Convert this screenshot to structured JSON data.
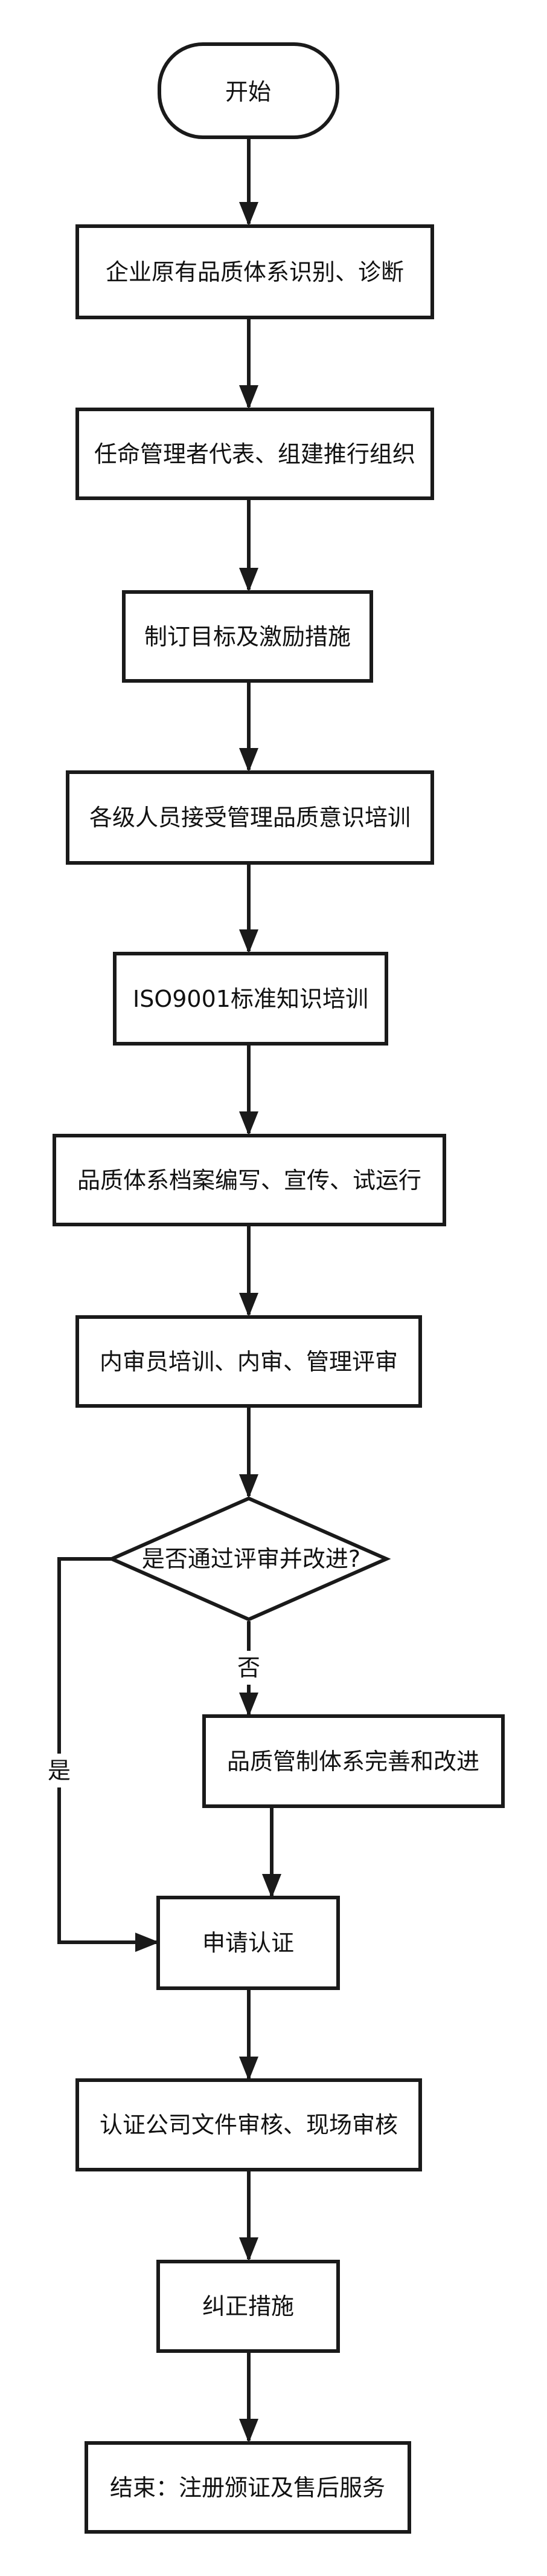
{
  "nodes": {
    "start": "开始",
    "identify": "企业原有品质体系识别、诊断",
    "appoint": "任命管理者代表、组建推行组织",
    "objectives": "制订目标及激励措施",
    "training": "各级人员接受管理品质意识培训",
    "iso_training": "ISO9001标准知识培训",
    "documents": "品质体系档案编写、宣传、试运行",
    "internal_audit": "内审员培训、内审、管理评审",
    "decision": "是否通过评审并改进?",
    "improve": "品质管制体系完善和改进",
    "apply": "申请认证",
    "cert_audit": "认证公司文件审核、现场审核",
    "corrective": "纠正措施",
    "end": "结束：注册颁证及售后服务"
  },
  "edge_labels": {
    "no": "否",
    "yes": "是"
  }
}
